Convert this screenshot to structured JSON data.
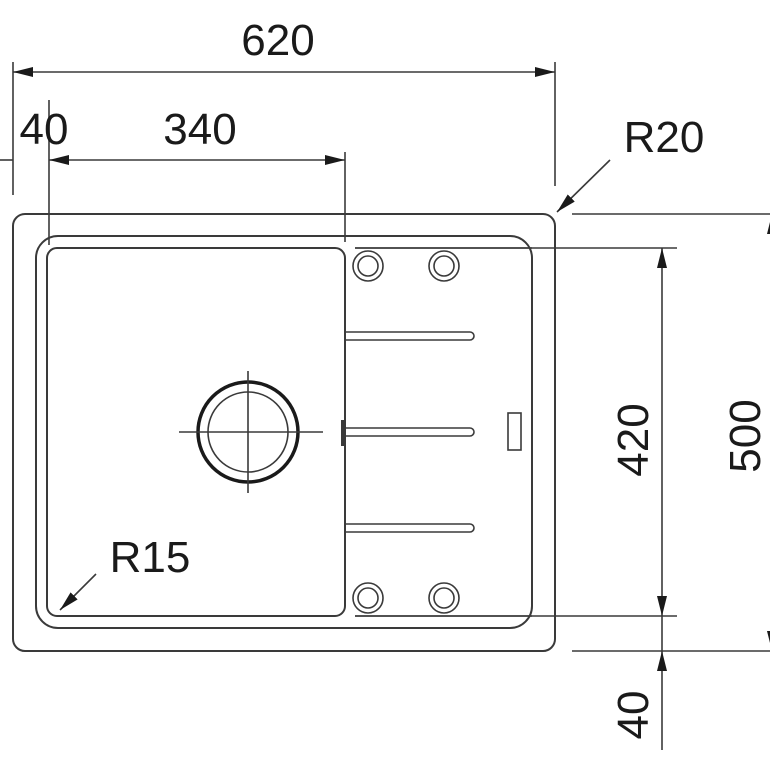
{
  "drawing": {
    "dimensions": {
      "overall_width": "620",
      "left_offset": "40",
      "bowl_width": "340",
      "bowl_depth": "420",
      "overall_depth": "500",
      "bottom_offset": "40"
    },
    "radii": {
      "outer_corner": "R20",
      "bowl_corner": "R15"
    },
    "line_color": "#3a3a3a",
    "text_color": "#1a1a1a"
  }
}
